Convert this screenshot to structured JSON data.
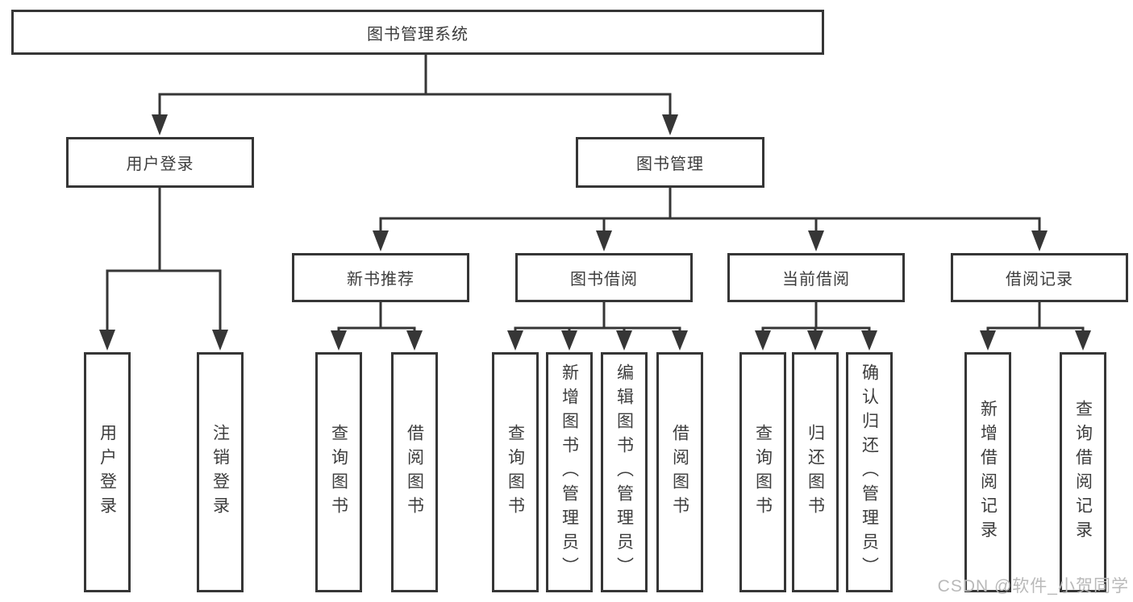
{
  "diagram": {
    "root_label": "图书管理系统",
    "level2": [
      "用户登录",
      "图书管理"
    ],
    "level3": [
      "新书推荐",
      "图书借阅",
      "当前借阅",
      "借阅记录"
    ],
    "leaves_login": [
      "用户登录",
      "注销登录"
    ],
    "leaves_newbook": [
      "查询图书",
      "借阅图书"
    ],
    "leaves_borrow": [
      "查询图书",
      "新增图书（管理员）",
      "编辑图书（管理员）",
      "借阅图书"
    ],
    "leaves_current": [
      "查询图书",
      "归还图书",
      "确认归还（管理员）"
    ],
    "leaves_records": [
      "新增借阅记录",
      "查询借阅记录"
    ]
  },
  "watermark": "CSDN @软件_小贺同学",
  "colors": {
    "line": "#363636",
    "border": "#363636",
    "text": "#3d3d3d",
    "watermark": "#b9b9b9",
    "background": "#ffffff"
  }
}
